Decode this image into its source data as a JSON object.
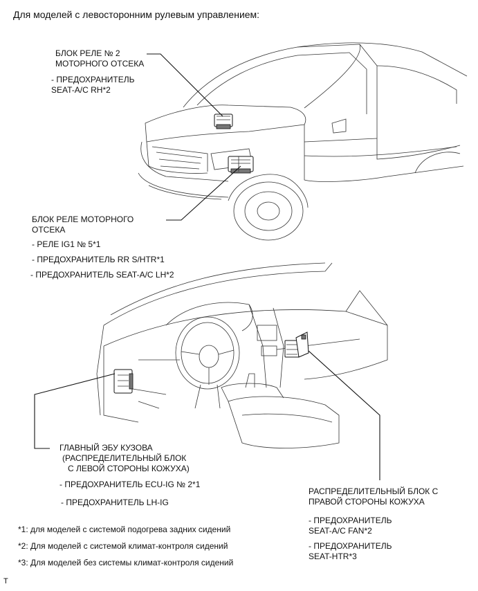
{
  "title": "Для моделей с левосторонним рулевым управлением:",
  "callouts": {
    "relay_block_2": {
      "name_l1": "БЛОК РЕЛЕ № 2",
      "name_l2": "МОТОРНОГО ОТСЕКА",
      "item1_l1": "- ПРЕДОХРАНИТЕЛЬ",
      "item1_l2": "SEAT-A/C RH*2"
    },
    "engine_relay_block": {
      "name_l1": "БЛОК РЕЛЕ МОТОРНОГО",
      "name_l2": "ОТСЕКА",
      "item1": "- РЕЛЕ IG1 № 5*1",
      "item2": "- ПРЕДОХРАНИТЕЛЬ RR S/HTR*1",
      "item3": "- ПРЕДОХРАНИТЕЛЬ SEAT-A/C LH*2"
    },
    "main_body_ecu": {
      "name_l1": "ГЛАВНЫЙ ЭБУ КУЗОВА",
      "name_l2": "(РАСПРЕДЕЛИТЕЛЬНЫЙ БЛОК",
      "name_l3": "С ЛЕВОЙ СТОРОНЫ КОЖУХА)",
      "item1": "- ПРЕДОХРАНИТЕЛЬ ECU-IG № 2*1",
      "item2": "- ПРЕДОХРАНИТЕЛЬ LH-IG"
    },
    "right_junction_block": {
      "name_l1": "РАСПРЕДЕЛИТЕЛЬНЫЙ БЛОК С",
      "name_l2": "ПРАВОЙ СТОРОНЫ КОЖУХА",
      "item1_l1": "- ПРЕДОХРАНИТЕЛЬ",
      "item1_l2": "SEAT-A/C FAN*2",
      "item2_l1": "- ПРЕДОХРАНИТЕЛЬ",
      "item2_l2": "SEAT-HTR*3"
    }
  },
  "footnotes": {
    "n1": "*1: для моделей с системой подогрева задних сидений",
    "n2": "*2: Для моделей с системой климат-контроля сидений",
    "n3": "*3: Для моделей без системы климат-контроля сидений"
  },
  "corner_mark": "T"
}
